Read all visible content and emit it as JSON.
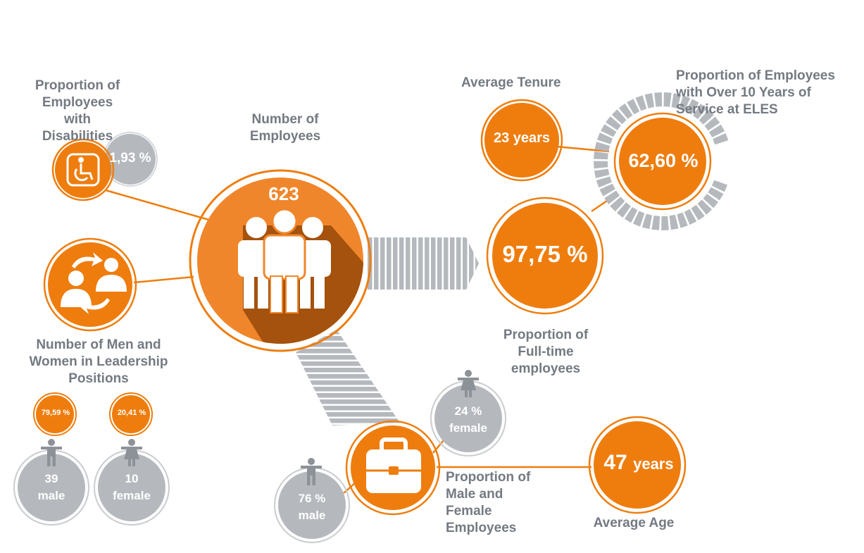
{
  "colors": {
    "orange": "#ee7d0e",
    "orange_light": "#f28a2a",
    "orange_shadow": "#a4520d",
    "grey": "#b5b9be",
    "grey_dark": "#8d9298",
    "label_grey": "#747a82"
  },
  "icons": [
    "wheelchair-icon",
    "leadership-exchange-icon",
    "people-group-icon",
    "briefcase-icon",
    "male-figure-icon",
    "female-figure-icon"
  ],
  "employees": {
    "title_1": "Number of",
    "title_2": "Employees",
    "value": "623"
  },
  "disabilities": {
    "title_1": "Proportion of",
    "title_2": "Employees with",
    "title_3": "Disabilities",
    "value": "1,93 %"
  },
  "leadership": {
    "title_1": "Number of Men and",
    "title_2": "Women in Leadership",
    "title_3": "Positions",
    "men_pct": "79,59 %",
    "women_pct": "20,41 %",
    "men_count": "39",
    "men_label": "male",
    "women_count": "10",
    "women_label": "female"
  },
  "tenure": {
    "title": "Average Tenure",
    "value": "23 years"
  },
  "service": {
    "title_1": "Proportion of Employees",
    "title_2": "with Over 10 Years of",
    "title_3": "Service at ELES",
    "value": "62,60 %",
    "ring_fraction": 0.626
  },
  "fulltime": {
    "title_1": "Proportion of",
    "title_2": "Full-time",
    "title_3": "employees",
    "value": "97,75 %"
  },
  "gender": {
    "title_1": "Proportion of",
    "title_2": "Male and",
    "title_3": "Female",
    "title_4": "Employees",
    "female_pct": "24 %",
    "female_label": "female",
    "male_pct": "76 %",
    "male_label": "male"
  },
  "age": {
    "title": "Average Age",
    "value_num": "47",
    "value_unit": "years"
  }
}
